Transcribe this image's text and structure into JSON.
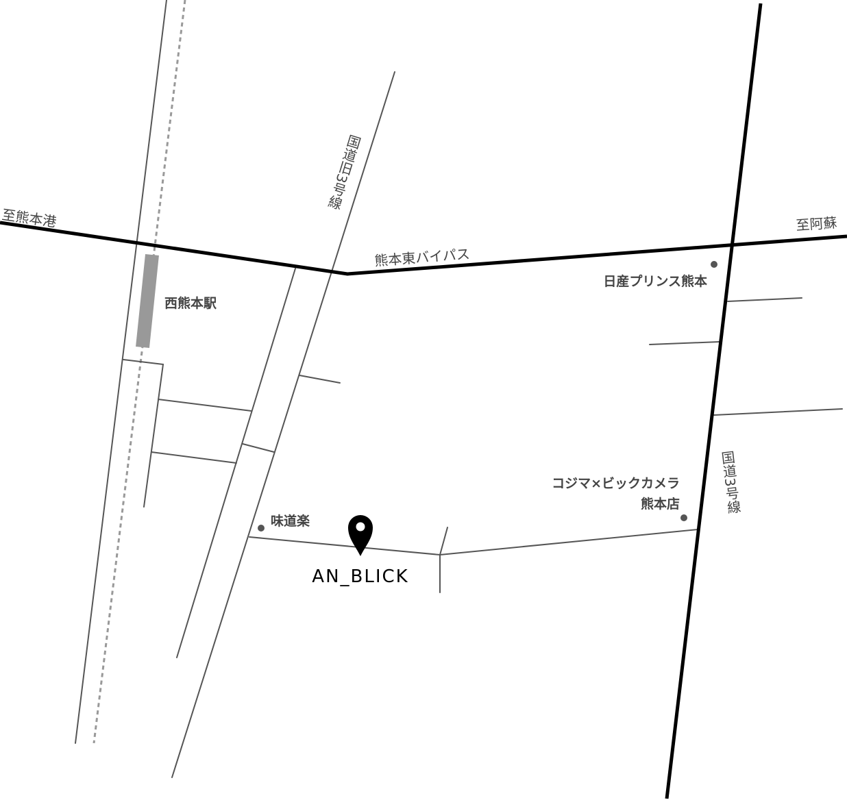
{
  "map": {
    "destination": {
      "name": "AN_BLICK",
      "icon": "map-pin-icon"
    },
    "roads": {
      "bypass": "熊本東バイパス",
      "old_route3": "国道旧3号線",
      "route3": "国道3号線"
    },
    "directions": {
      "west": "至熊本港",
      "east": "至阿蘇"
    },
    "station": {
      "name": "西熊本駅"
    },
    "landmarks": {
      "nissan": "日産プリンス熊本",
      "ajidouraku": "味道楽",
      "kojima_line1": "コジマ×ビックカメラ",
      "kojima_line2": "熊本店"
    }
  }
}
